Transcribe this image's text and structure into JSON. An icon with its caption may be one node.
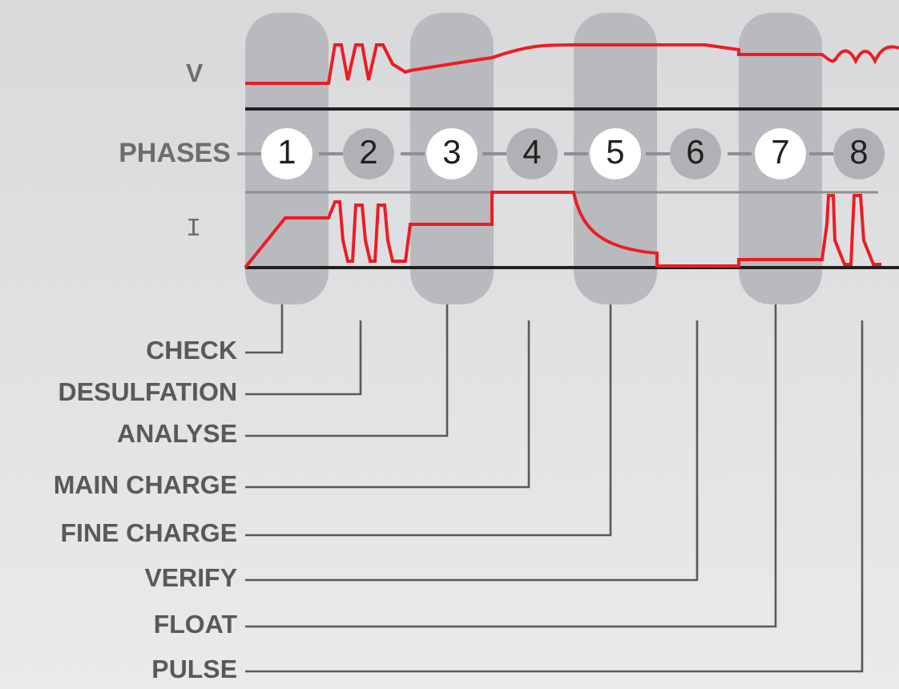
{
  "diagram": {
    "nodes": [
      {
        "text": [
          "PHASES"
        ]
      },
      {
        "text": [],
        "shape": "bar"
      },
      {
        "text": [
          "1"
        ],
        "in": 1
      },
      {
        "text": [
          "2"
        ]
      },
      {
        "text": [],
        "shape": "bar"
      },
      {
        "text": [
          "3"
        ],
        "in": 4
      },
      {
        "text": [
          "4"
        ]
      },
      {
        "text": [],
        "shape": "bar"
      },
      {
        "text": [
          "5"
        ],
        "in": 7
      },
      {
        "text": [
          "6"
        ]
      },
      {
        "text": [],
        "shape": "bar"
      },
      {
        "text": [
          "7"
        ],
        "in": 10
      },
      {
        "text": [
          "8"
        ]
      },
      {
        "text": [
          "CHECK"
        ]
      },
      {
        "text": [
          "DESULFATION"
        ]
      },
      {
        "text": [
          "ANALYSE"
        ]
      },
      {
        "text": [
          "MAIN CHARGE"
        ]
      },
      {
        "text": [
          "FINE CHARGE"
        ]
      },
      {
        "text": [
          "VERIFY"
        ]
      },
      {
        "text": [
          "FLOAT"
        ]
      },
      {
        "text": [
          "PULSE"
        ]
      }
    ],
    "edges": [
      {
        "from": 0,
        "to": 2,
        "arrow": "none"
      },
      {
        "from": 2,
        "to": 3,
        "arrow": "none"
      },
      {
        "from": 3,
        "to": 5,
        "arrow": "none"
      },
      {
        "from": 5,
        "to": 6,
        "arrow": "none"
      },
      {
        "from": 6,
        "to": 8,
        "arrow": "none"
      },
      {
        "from": 8,
        "to": 9,
        "arrow": "none"
      },
      {
        "from": 9,
        "to": 11,
        "arrow": "none"
      },
      {
        "from": 11,
        "to": 12,
        "arrow": "none"
      },
      {
        "from": 13,
        "to": 1,
        "arrow": "none"
      },
      {
        "from": 14,
        "to": null,
        "arrow": "none"
      },
      {
        "from": 15,
        "to": 4,
        "arrow": "none"
      },
      {
        "from": 16,
        "to": null,
        "arrow": "none"
      },
      {
        "from": 17,
        "to": 7,
        "arrow": "none"
      },
      {
        "from": 18,
        "to": null,
        "arrow": "none"
      },
      {
        "from": 19,
        "to": 10,
        "arrow": "none"
      },
      {
        "from": 20,
        "to": null,
        "arrow": "none"
      }
    ],
    "labels": [
      "V",
      "I"
    ]
  }
}
